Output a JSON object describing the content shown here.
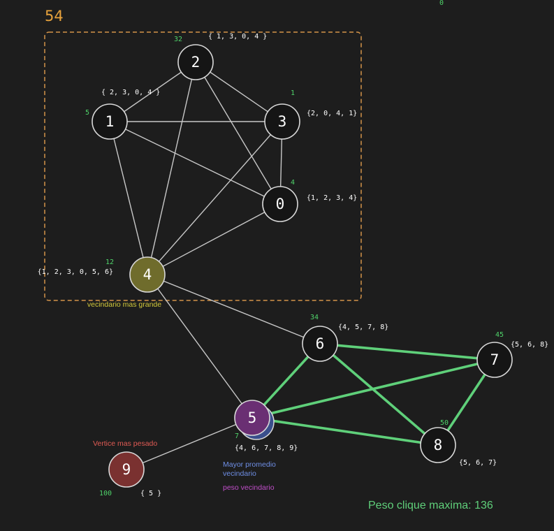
{
  "title_number": "54",
  "corner_weight": "0",
  "clique_weight_text": "Peso clique maxima: 136",
  "colors": {
    "background": "#1d1d1d",
    "edge": "#c8c8c8",
    "clique_edge": "#5fd07a",
    "node_fill": "#151515",
    "node_stroke": "#d9d9d9",
    "weight_text": "#4fd36a",
    "highlight_box": "#d4944a",
    "largest_neighborhood": "#6f6c2c",
    "heaviest_vertex": "#7a3130",
    "neighborhood_weight": "#6a2f73",
    "avg_neighborhood": "#3a4f8c"
  },
  "nodes": [
    {
      "id": "0",
      "weight": "4",
      "neighbors": "{1, 2, 3, 4}"
    },
    {
      "id": "1",
      "weight": "5",
      "neighbors": "{ 2, 3, 0, 4 }"
    },
    {
      "id": "2",
      "weight": "32",
      "neighbors": "{ 1, 3, 0, 4 }"
    },
    {
      "id": "3",
      "weight": "1",
      "neighbors": "{2, 0, 4, 1}"
    },
    {
      "id": "4",
      "weight": "12",
      "neighbors": "{1, 2, 3, 0, 5, 6}"
    },
    {
      "id": "5",
      "weight": "7",
      "neighbors": "{4, 6, 7, 8, 9}"
    },
    {
      "id": "6",
      "weight": "34",
      "neighbors": "{4, 5, 7, 8}"
    },
    {
      "id": "7",
      "weight": "45",
      "neighbors": "{5, 6, 8}"
    },
    {
      "id": "8",
      "weight": "50",
      "neighbors": "{5, 6, 7}"
    },
    {
      "id": "9",
      "weight": "100",
      "neighbors": "{ 5 }"
    }
  ],
  "edges": [
    [
      "1",
      "2"
    ],
    [
      "2",
      "3"
    ],
    [
      "1",
      "3"
    ],
    [
      "1",
      "0"
    ],
    [
      "2",
      "0"
    ],
    [
      "3",
      "0"
    ],
    [
      "1",
      "4"
    ],
    [
      "2",
      "4"
    ],
    [
      "3",
      "4"
    ],
    [
      "0",
      "4"
    ],
    [
      "4",
      "6"
    ],
    [
      "4",
      "5"
    ],
    [
      "5",
      "9"
    ]
  ],
  "clique_edges": [
    [
      "5",
      "6"
    ],
    [
      "5",
      "7"
    ],
    [
      "5",
      "8"
    ],
    [
      "6",
      "7"
    ],
    [
      "6",
      "8"
    ],
    [
      "7",
      "8"
    ]
  ],
  "labels": {
    "largest_neighborhood": "vecindario mas grande",
    "heaviest_vertex": "Vertice mas pesado",
    "avg_neighborhood": "Mayor promedio vecindario",
    "neighborhood_weight": "peso vecindario"
  }
}
